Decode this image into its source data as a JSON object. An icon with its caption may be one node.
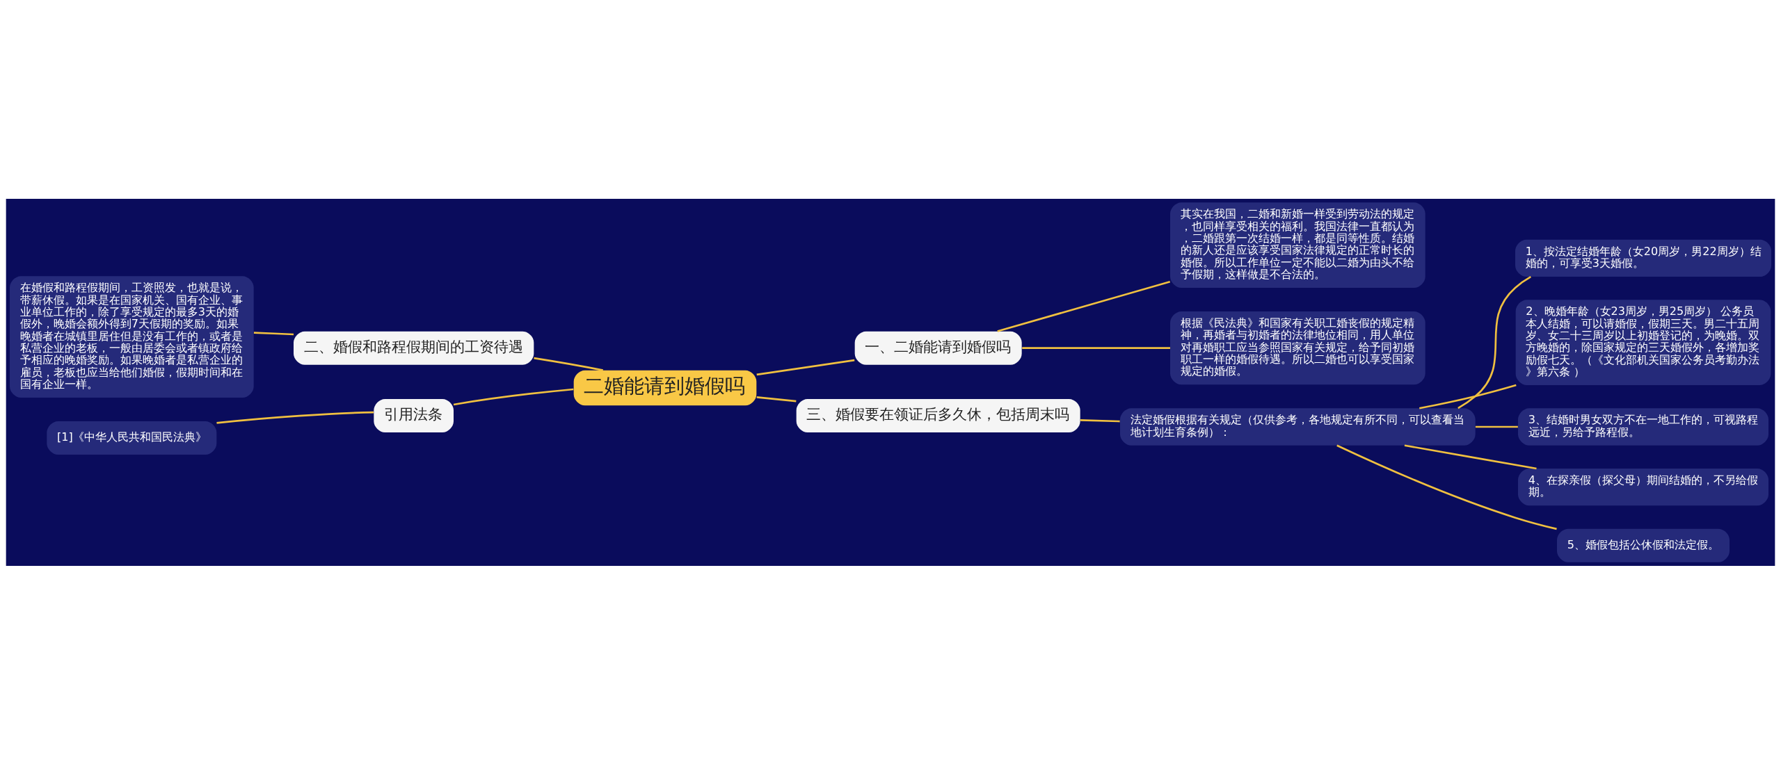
{
  "diagram": {
    "nodes": [
      {
        "text": [
          "二婚能请到婚假吗"
        ]
      },
      {
        "text": [
          "一、二婚能请到婚假吗"
        ]
      },
      {
        "text": [
          "其实在我国，二婚和新婚一样受到劳动法的规定，也同样享受相关的福利。我国法律一直都认为，二婚跟第一次结婚一样，都是同等性质。结婚的新人还是应该享受国家法律规定的正常时长的婚假。所以工作单位一定不能以二婚为由头不给予假期，这样做是不合法的。"
        ]
      },
      {
        "text": [
          "根据《民法典》和国家有关职工婚丧假的规定精神，再婚者与初婚者的法律地位相同，用人单位对再婚职工应当参照国家有关规定，给予同初婚职工一样的婚假待遇。所以二婚也可以享受国家规定的婚假。"
        ]
      },
      {
        "text": [
          "二、婚假和路程假期间的工资待遇"
        ]
      },
      {
        "text": [
          "在婚假和路程假期间，工资照发，也就是说，带薪休假。如果是在国家机关、国有企业、事业单位工作的，除了享受规定的最多3天的婚假外，晚婚会额外得到7天假期的奖励。如果晚婚者在城镇里居住但是没有工作的，或者是私营企业的老板，一般由居委会或者镇政府给予相应的晚婚奖励。如果晚婚者是私营企业的雇员，老板也应当给他们婚假，假期时间和在国有企业一样。"
        ]
      },
      {
        "text": [
          "引用法条"
        ]
      },
      {
        "text": [
          "[1]《中华人民共和国民法典》"
        ]
      },
      {
        "text": [
          "三、婚假要在领证后多久休，包括周末吗"
        ]
      },
      {
        "text": [
          "法定婚假根据有关规定（仅供参考，各地规定有所不同，可以查看当地计划生育条例）："
        ]
      },
      {
        "text": [
          "1、按法定结婚年龄（女20周岁，男22周岁）结婚的，可享受3天婚假。"
        ]
      },
      {
        "text": [
          "2、晚婚年龄（女23周岁，男25周岁） 公务员本人结婚，可以请婚假，假期三天。男二十五周岁、女二十三周岁以上初婚登记的，为晚婚。双方晚婚的，除国家规定的三天婚假外，各增加奖励假七天。（《文化部机关国家公务员考勤办法》第六条 ）"
        ]
      },
      {
        "text": [
          "3、结婚时男女双方不在一地工作的，可视路程远近，另给予路程假。"
        ]
      },
      {
        "text": [
          "4、在探亲假（探父母）期间结婚的，不另给假期。"
        ]
      },
      {
        "text": [
          "5、婚假包括公休假和法定假。"
        ]
      }
    ],
    "edges": [
      {
        "from": 0,
        "to": 1,
        "arrow": "none"
      },
      {
        "from": 1,
        "to": 2,
        "arrow": "none"
      },
      {
        "from": 1,
        "to": 3,
        "arrow": "none"
      },
      {
        "from": 0,
        "to": 4,
        "arrow": "none"
      },
      {
        "from": 4,
        "to": 5,
        "arrow": "none"
      },
      {
        "from": 0,
        "to": 6,
        "arrow": "none"
      },
      {
        "from": 6,
        "to": 7,
        "arrow": "none"
      },
      {
        "from": 0,
        "to": 8,
        "arrow": "none"
      },
      {
        "from": 8,
        "to": 9,
        "arrow": "none"
      },
      {
        "from": 9,
        "to": 10,
        "arrow": "none"
      },
      {
        "from": 9,
        "to": 11,
        "arrow": "none"
      },
      {
        "from": 9,
        "to": 12,
        "arrow": "none"
      },
      {
        "from": 9,
        "to": 13,
        "arrow": "none"
      },
      {
        "from": 9,
        "to": 14,
        "arrow": "none"
      }
    ]
  }
}
